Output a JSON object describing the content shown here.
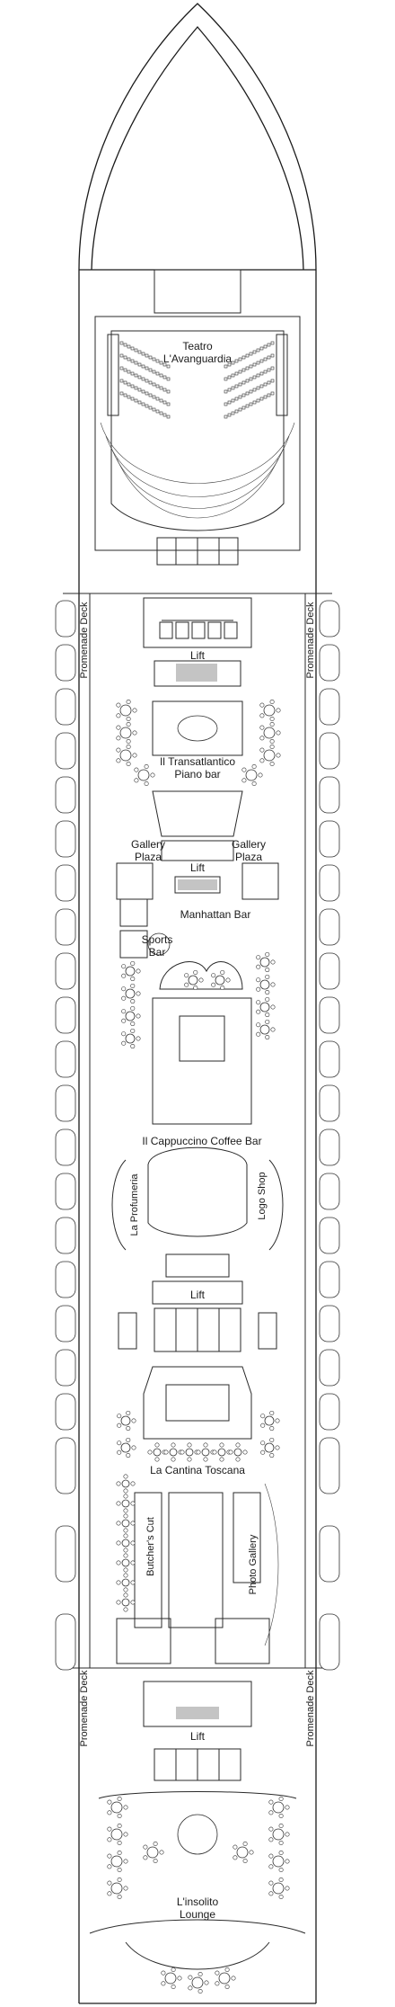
{
  "labels": {
    "theatre": "Teatro\nL'Avanguardia",
    "promenade_deck": "Promenade Deck",
    "lift": "Lift",
    "piano_bar": "Il Transatlantico\nPiano bar",
    "gallery_plaza": "Gallery\nPlaza",
    "manhattan_bar": "Manhattan Bar",
    "sports_bar": "Sports\nBar",
    "coffee_bar": "Il Cappuccino Coffee Bar",
    "la_profumeria": "La Profumeria",
    "logo_shop": "Logo Shop",
    "la_cantina_toscana": "La Cantina Toscana",
    "butchers_cut": "Butcher's Cut",
    "photo_gallery": "Photo Gallery",
    "linsolito_lounge": "L'insolito\nLounge"
  }
}
